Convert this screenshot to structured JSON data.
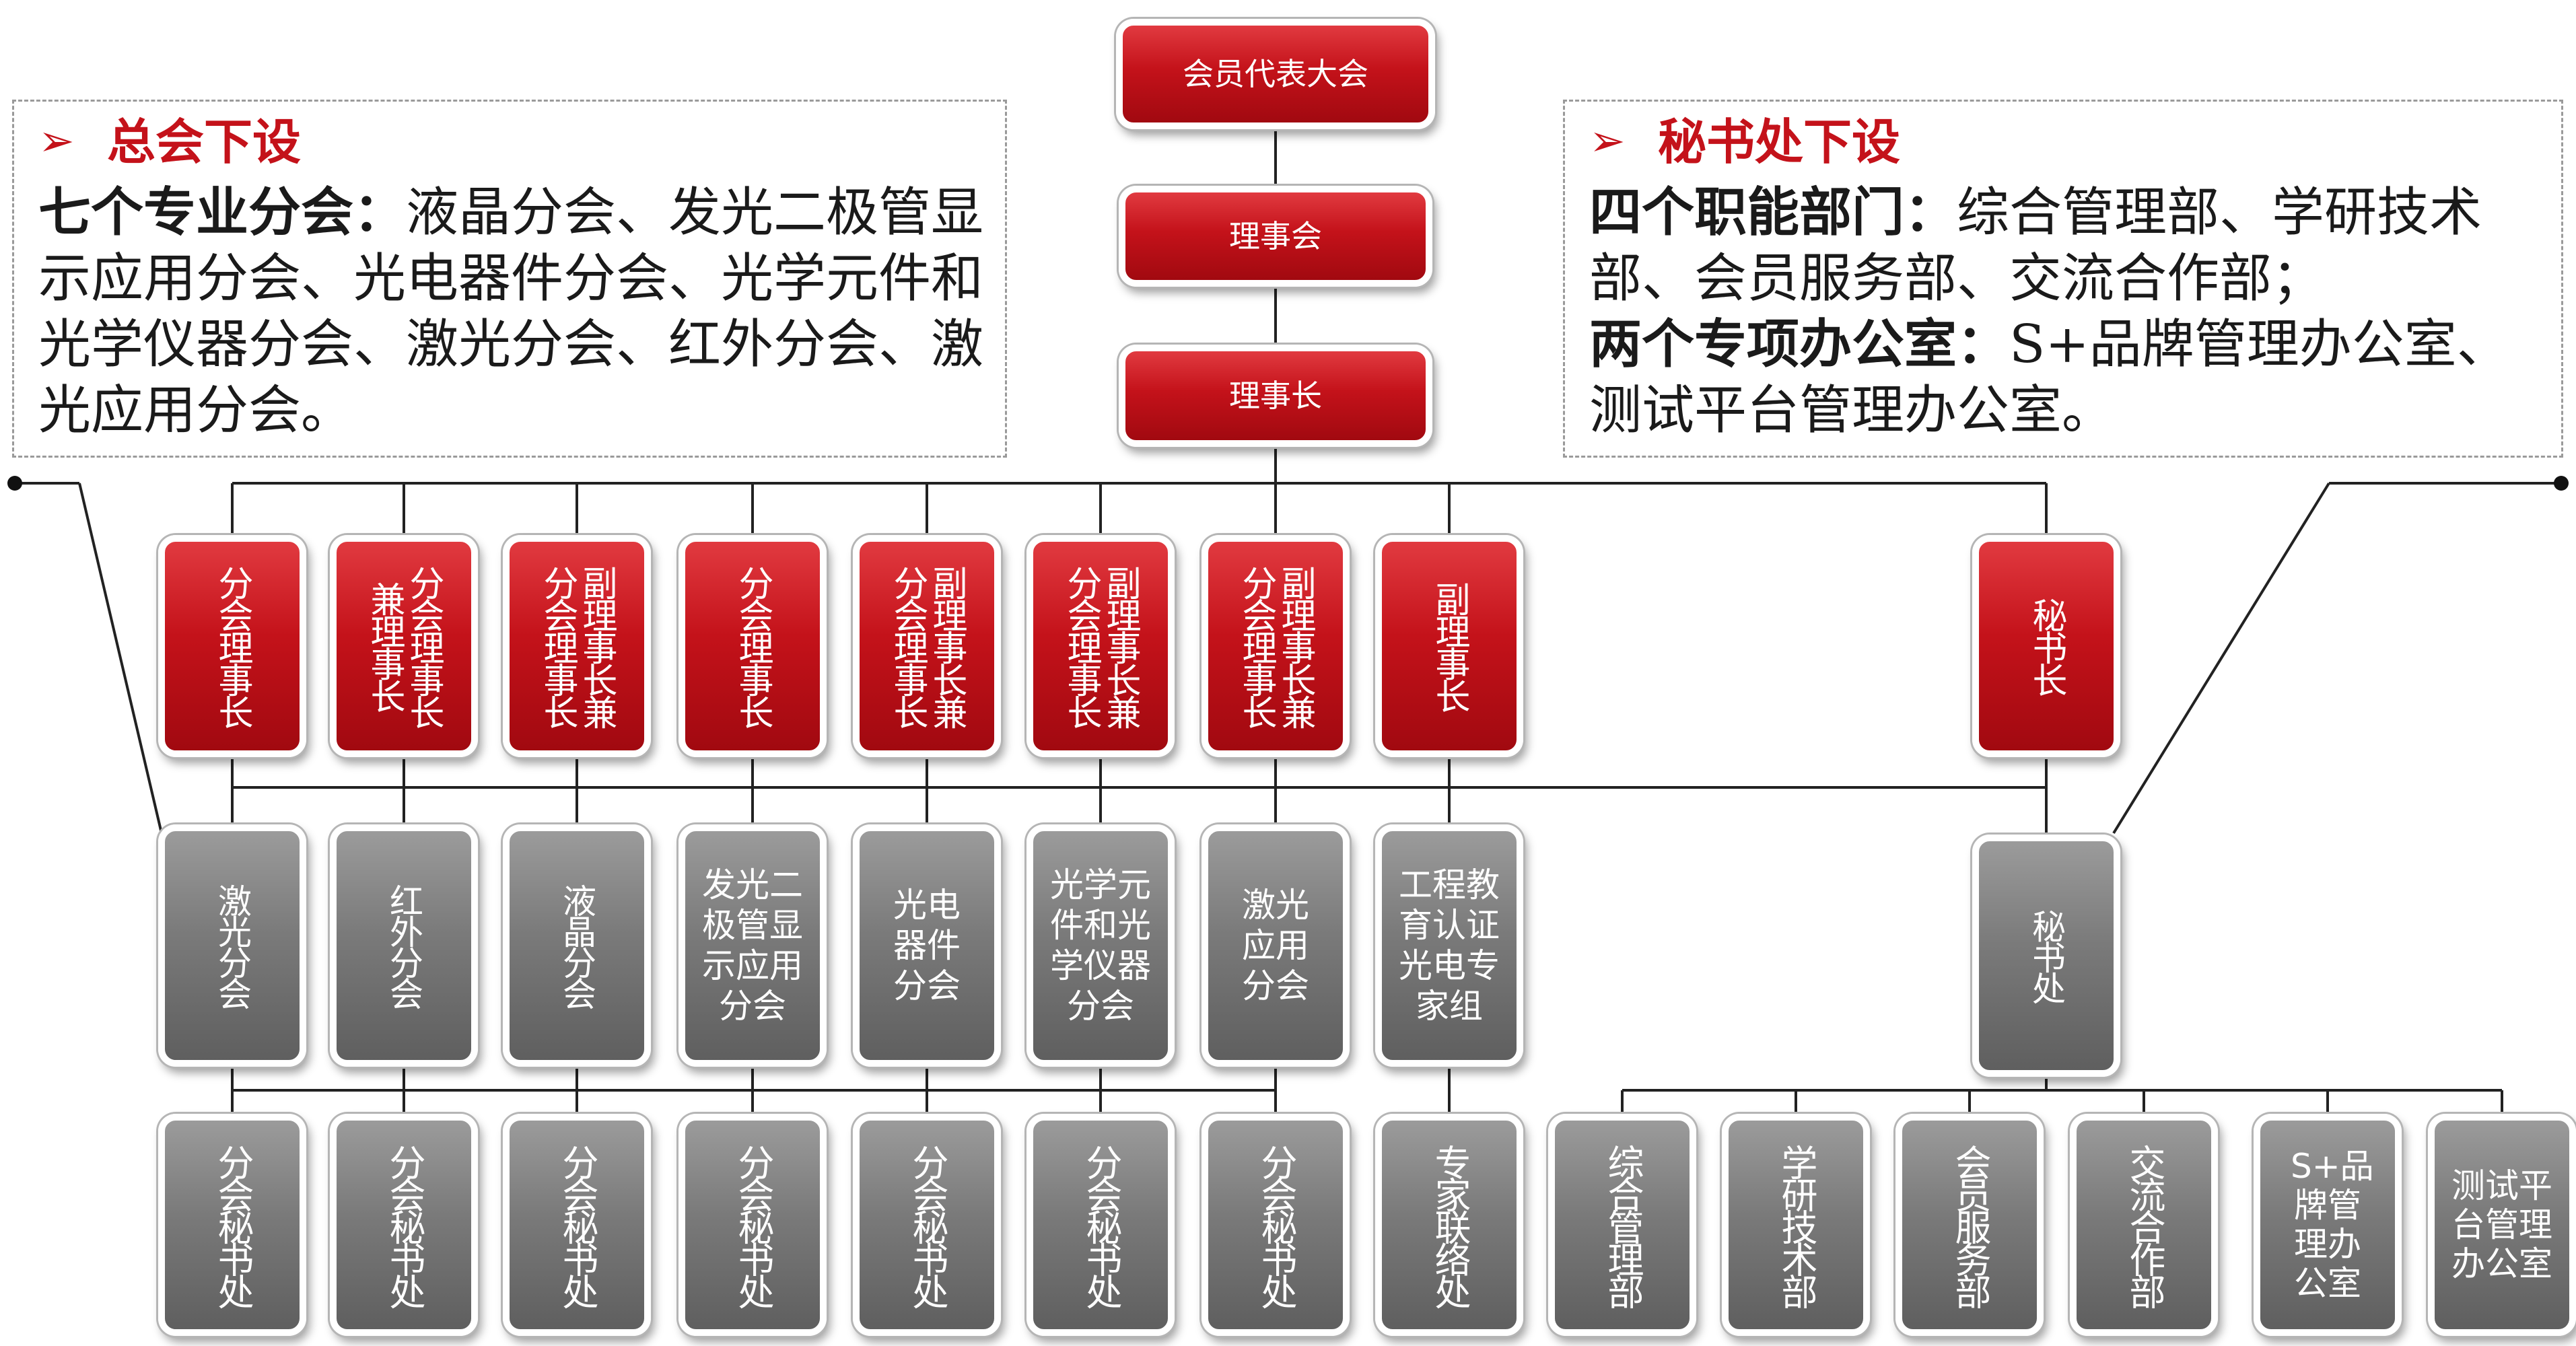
{
  "top": {
    "assembly": "会员代表大会",
    "council": "理事会",
    "chairman": "理事长"
  },
  "left_note": {
    "heading": "总会下设",
    "lead": "七个专业分会：",
    "text": "液晶分会、发光二极管显示应用分会、光电器件分会、光学元件和光学仪器分会、激光分会、红外分会、激光应用分会。"
  },
  "right_note": {
    "heading": "秘书处下设",
    "lead1": "四个职能部门：",
    "text1": "综合管理部、学研技术部、会员服务部、交流合作部；",
    "lead2": "两个专项办公室：",
    "text2": "S+品牌管理办公室、测试平台管理办公室。"
  },
  "row2": [
    {
      "text": "分会理事长"
    },
    {
      "text": "分会理事长兼理事长"
    },
    {
      "text": "副理事长兼分会理事长"
    },
    {
      "text": "分会理事长"
    },
    {
      "text": "副理事长兼分会理事长"
    },
    {
      "text": "副理事长兼分会理事长"
    },
    {
      "text": "副理事长兼分会理事长"
    },
    {
      "text": "副理事长"
    },
    {
      "text": "秘书长"
    }
  ],
  "row3": [
    {
      "text": "激光分会"
    },
    {
      "text": "红外分会"
    },
    {
      "text": "液晶分会"
    },
    {
      "text": "发光二极管显示应用分会"
    },
    {
      "text": "光电器件分会"
    },
    {
      "text": "光学元件和光学仪器分会"
    },
    {
      "text": "激光应用分会"
    },
    {
      "text": "工程教育认证光电专家组"
    },
    {
      "text": "秘书处"
    }
  ],
  "row4": [
    {
      "text": "分会秘书处"
    },
    {
      "text": "分会秘书处"
    },
    {
      "text": "分会秘书处"
    },
    {
      "text": "分会秘书处"
    },
    {
      "text": "分会秘书处"
    },
    {
      "text": "分会秘书处"
    },
    {
      "text": "分会秘书处"
    },
    {
      "text": "专家联络处"
    },
    {
      "text": "综合管理部"
    },
    {
      "text": "学研技术部"
    },
    {
      "text": "会员服务部"
    },
    {
      "text": "交流合作部"
    },
    {
      "text": "S+品牌管理办公室"
    },
    {
      "text": "测试平台管理办公室"
    }
  ],
  "colors": {
    "red": "#c4121a",
    "gray": "#7a7a7a",
    "line": "#222222"
  }
}
